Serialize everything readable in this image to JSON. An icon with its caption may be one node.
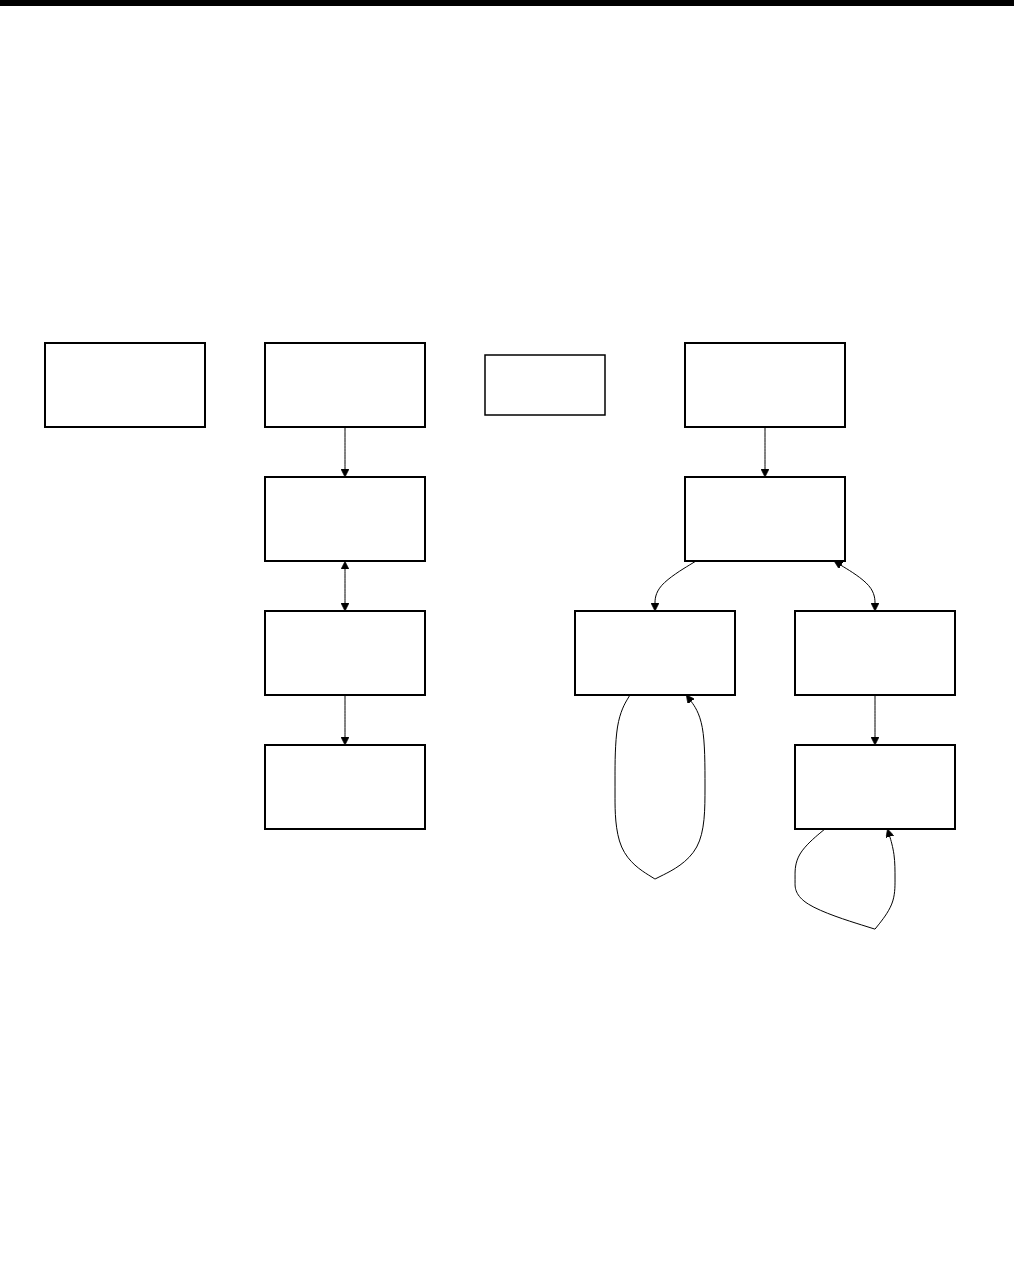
{
  "diagram": {
    "nodes": [
      {
        "text": [],
        "shape": "box"
      },
      {
        "text": [],
        "shape": "box"
      },
      {
        "text": [],
        "shape": "box"
      },
      {
        "text": [],
        "shape": "box"
      },
      {
        "text": [],
        "shape": "box"
      },
      {
        "text": [],
        "shape": "box"
      },
      {
        "text": [],
        "shape": "box"
      },
      {
        "text": [],
        "shape": "box"
      },
      {
        "text": [],
        "shape": "box"
      },
      {
        "text": [],
        "shape": "box"
      },
      {
        "text": [],
        "shape": "box"
      }
    ],
    "edges": [
      {
        "from": 1,
        "to": 2,
        "arrow": "to"
      },
      {
        "from": 2,
        "to": 3,
        "arrow": "both"
      },
      {
        "from": 3,
        "to": 4,
        "arrow": "to"
      },
      {
        "from": 6,
        "to": 7,
        "arrow": "to"
      },
      {
        "from": 7,
        "to": 8,
        "arrow": "both"
      },
      {
        "from": 7,
        "to": 9,
        "arrow": "to"
      },
      {
        "from": 8,
        "to": 10,
        "arrow": "to"
      },
      {
        "from": 9,
        "to": 9,
        "arrow": "to"
      },
      {
        "from": 10,
        "to": 10,
        "arrow": "to"
      }
    ]
  }
}
